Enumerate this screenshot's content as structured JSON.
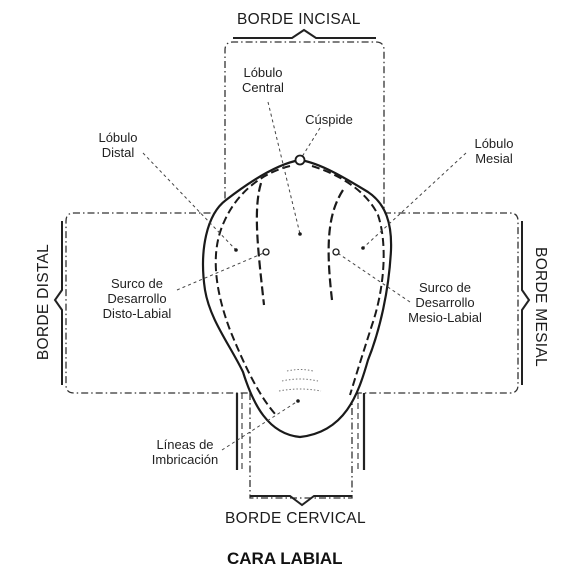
{
  "edges": {
    "incisal": "BORDE INCISAL",
    "cervical": "BORDE CERVICAL",
    "distal": "BORDE DISTAL",
    "mesial": "BORDE MESIAL"
  },
  "title": "CARA LABIAL",
  "labels": {
    "lobulo_central": [
      "Lóbulo",
      "Central"
    ],
    "cuspide": "Cúspide",
    "lobulo_distal": [
      "Lóbulo",
      "Distal"
    ],
    "lobulo_mesial": [
      "Lóbulo",
      "Mesial"
    ],
    "surco_disto": [
      "Surco de",
      "Desarrollo",
      "Disto-Labial"
    ],
    "surco_mesio": [
      "Surco de",
      "Desarrollo",
      "Mesio-Labial"
    ],
    "lineas": [
      "Líneas de",
      "Imbricación"
    ]
  }
}
